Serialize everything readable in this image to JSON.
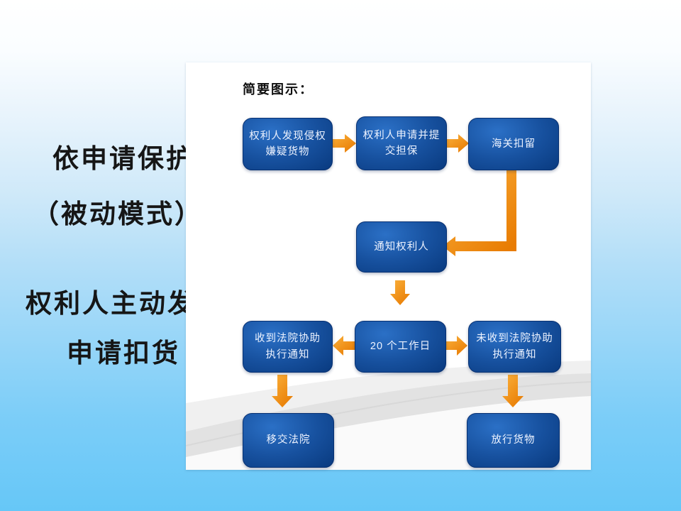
{
  "side": {
    "line1": "依申请保护",
    "line2": "（被动模式）",
    "line3": "权利人主动发",
    "line4": "申请扣货"
  },
  "panel": {
    "title": "简要图示："
  },
  "nodes": {
    "discover": {
      "label": "权利人发现侵权\n嫌疑货物"
    },
    "apply": {
      "label": "权利人申请并提\n交担保"
    },
    "detain": {
      "label": "海关扣留"
    },
    "notify": {
      "label": "通知权利人"
    },
    "wait": {
      "label": "20 个工作日"
    },
    "received": {
      "label": "收到法院协助\n执行通知"
    },
    "not_received": {
      "label": "未收到法院协助\n执行通知"
    },
    "court": {
      "label": "移交法院"
    },
    "release": {
      "label": "放行货物"
    }
  },
  "edges": [
    {
      "from": "discover",
      "to": "apply"
    },
    {
      "from": "apply",
      "to": "detain"
    },
    {
      "from": "detain",
      "to": "notify"
    },
    {
      "from": "notify",
      "to": "wait"
    },
    {
      "from": "wait",
      "to": "received"
    },
    {
      "from": "wait",
      "to": "not_received"
    },
    {
      "from": "received",
      "to": "court"
    },
    {
      "from": "not_received",
      "to": "release"
    }
  ],
  "colors": {
    "node_blue_light": "#2b70c6",
    "node_blue_dark": "#093a7f",
    "arrow_orange_light": "#fbb13c",
    "arrow_orange_dark": "#e87c03",
    "background_sky": "#66c7f7",
    "panel_white": "#ffffff",
    "text_black": "#161616"
  }
}
